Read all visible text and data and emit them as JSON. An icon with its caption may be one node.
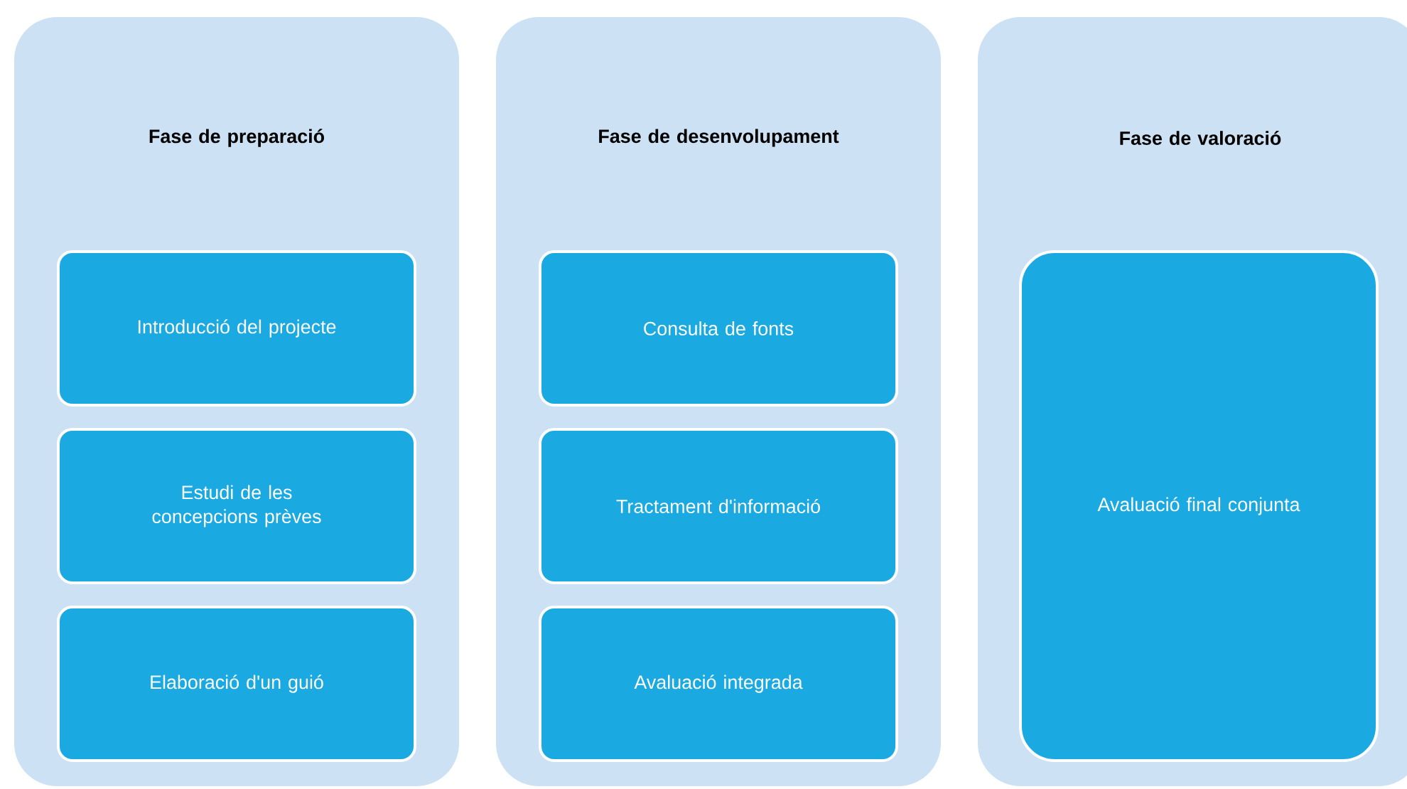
{
  "diagram": {
    "nodes": [
      {
        "text": [
          "Fase de preparació"
        ]
      },
      {
        "text": [
          "Introducció del projecte"
        ],
        "in": 0
      },
      {
        "text": [
          "Estudi de les concepcions prèves"
        ],
        "in": 0
      },
      {
        "text": [
          "Elaboració d'un guió"
        ],
        "in": 0
      },
      {
        "text": [
          "Fase de desenvolupament"
        ]
      },
      {
        "text": [
          "Consulta de fonts"
        ],
        "in": 4
      },
      {
        "text": [
          "Tractament d'informació"
        ],
        "in": 4
      },
      {
        "text": [
          "Avaluació integrada"
        ],
        "in": 4
      },
      {
        "text": [
          "Fase de valoració"
        ]
      },
      {
        "text": [
          "Avaluació final conjunta"
        ],
        "in": 8
      }
    ]
  }
}
